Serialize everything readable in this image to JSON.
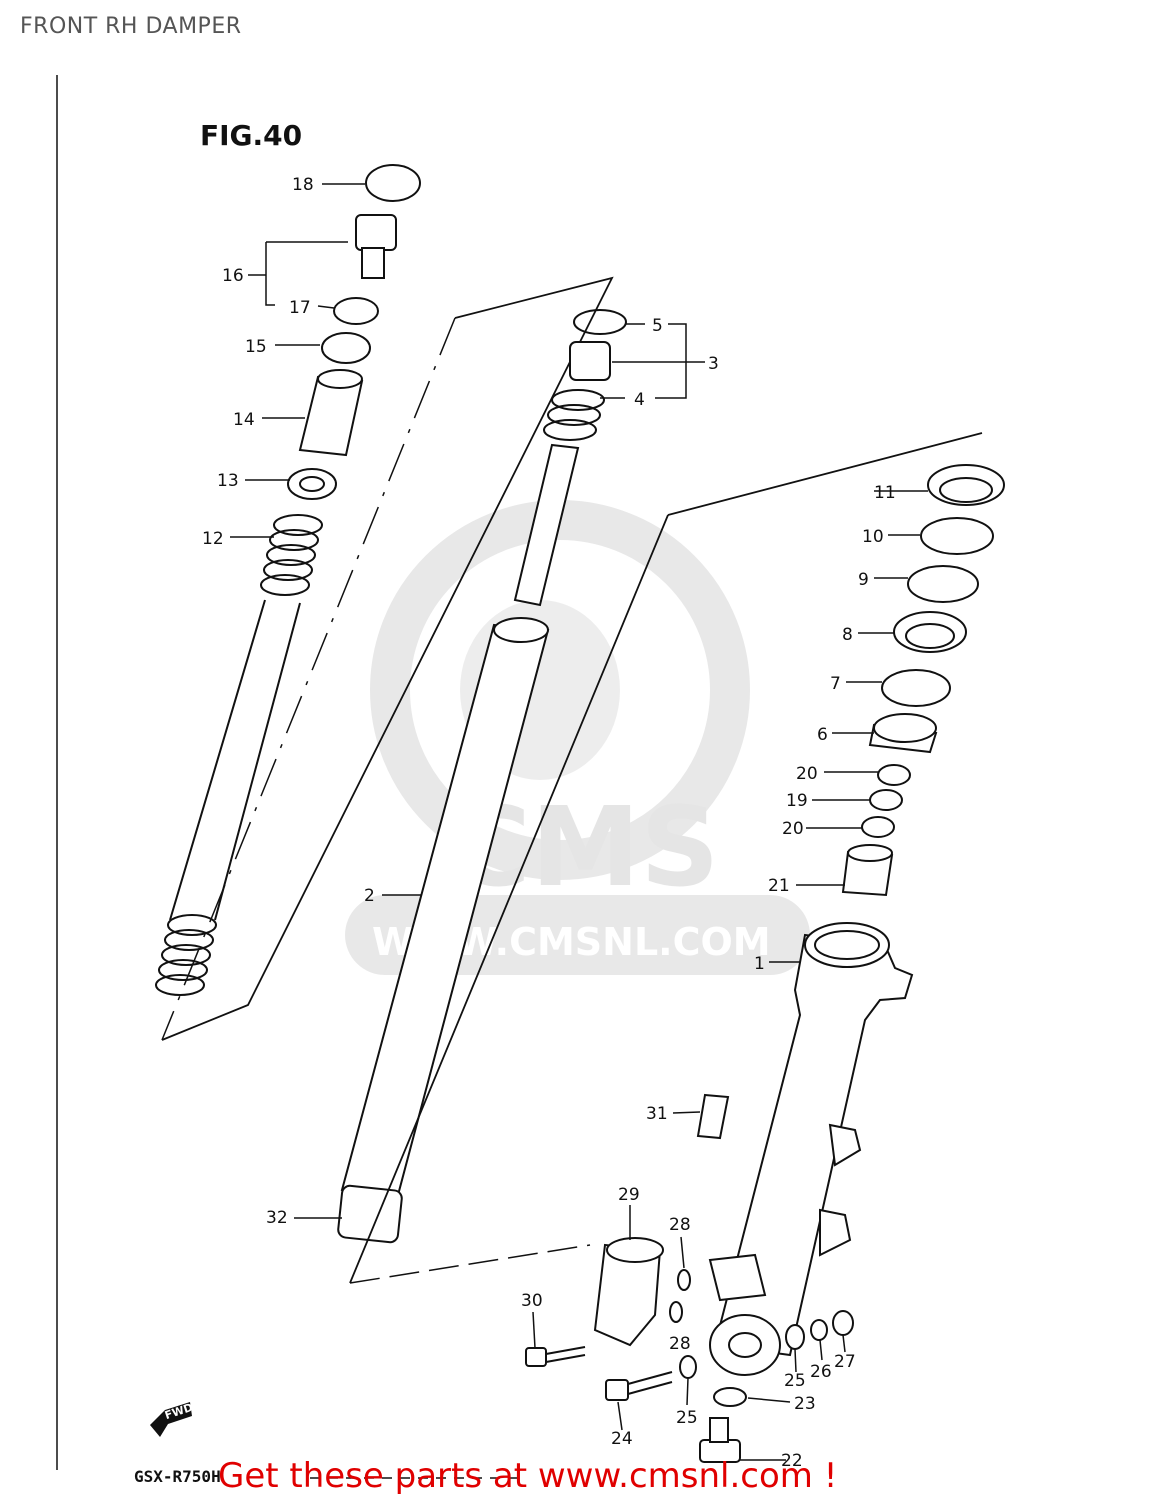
{
  "header": {
    "title": "FRONT RH DAMPER"
  },
  "figure": {
    "label": "FIG.40"
  },
  "watermark": {
    "brand": "CMS",
    "url": "WWW.CMSNL.COM"
  },
  "footer": {
    "model": "GSX-R750H",
    "promo": "Get these parts at www.cmsnl.com !",
    "fwd": "FWD"
  },
  "parts": {
    "p1": "1",
    "p2": "2",
    "p3": "3",
    "p4": "4",
    "p5": "5",
    "p6": "6",
    "p7": "7",
    "p8": "8",
    "p9": "9",
    "p10": "10",
    "p11": "11",
    "p12": "12",
    "p13": "13",
    "p14": "14",
    "p15": "15",
    "p16": "16",
    "p17": "17",
    "p18": "18",
    "p19": "19",
    "p20a": "20",
    "p20b": "20",
    "p21": "21",
    "p22": "22",
    "p23": "23",
    "p24": "24",
    "p25a": "25",
    "p25b": "25",
    "p26": "26",
    "p27": "27",
    "p28a": "28",
    "p28b": "28",
    "p29": "29",
    "p30": "30",
    "p31": "31",
    "p32": "32"
  },
  "colors": {
    "promo": "#e00000",
    "watermark": "#e3e3e3",
    "lines": "#111111"
  }
}
